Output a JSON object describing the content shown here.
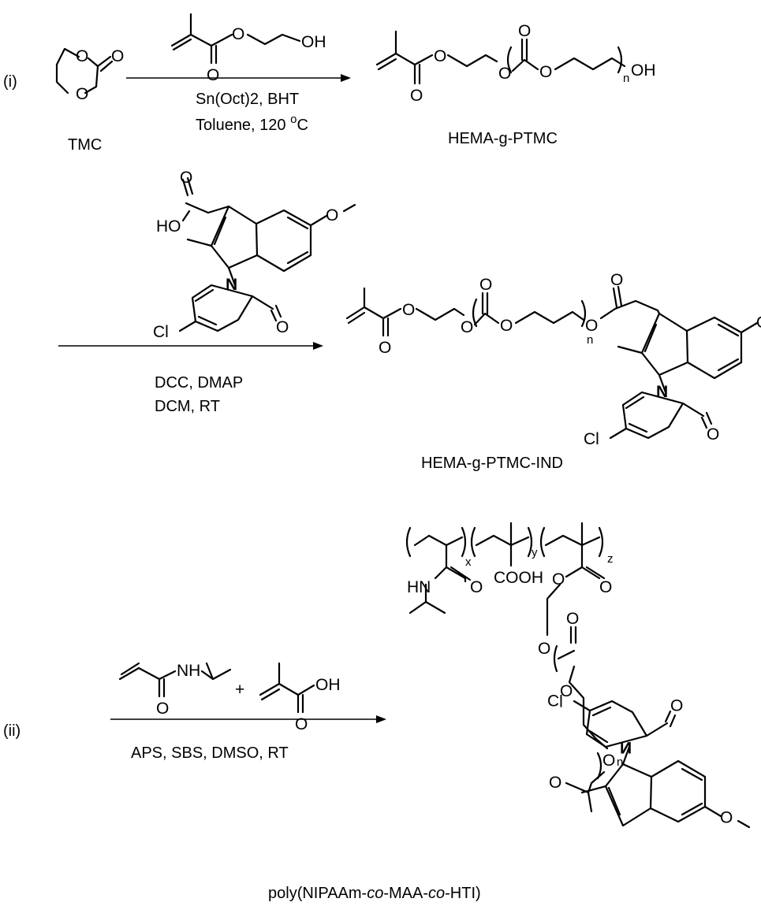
{
  "step_labels": {
    "step1": "(i)",
    "step2": "(ii)"
  },
  "atoms": {
    "O": "O",
    "OH": "OH",
    "HO": "HO",
    "N": "N",
    "Cl": "Cl",
    "NH": "NH",
    "HN": "HN",
    "COOH": "COOH",
    "plus": "+"
  },
  "indices": {
    "n": "n",
    "x": "x",
    "y": "y",
    "z": "z"
  },
  "compounds": {
    "tmc": "TMC",
    "hema_ptmc": "HEMA-g-PTMC",
    "hema_ptmc_ind": "HEMA-g-PTMC-IND",
    "polymer": {
      "prefix": "poly(NIPAAm-",
      "co1": "co",
      "mid": "-MAA-",
      "co2": "co",
      "suffix": "-HTI)"
    }
  },
  "conditions": {
    "step1": {
      "line1": "Sn(Oct)2, BHT",
      "line2_main": "Toluene,  120 ",
      "line2_sup": "o",
      "line2_end": "C"
    },
    "step2": {
      "line1": "DCC, DMAP",
      "line2": "DCM, RT"
    },
    "step3": {
      "line1": "APS, SBS, DMSO, RT"
    }
  },
  "colors": {
    "ink": "#000000",
    "background": "#ffffff"
  }
}
